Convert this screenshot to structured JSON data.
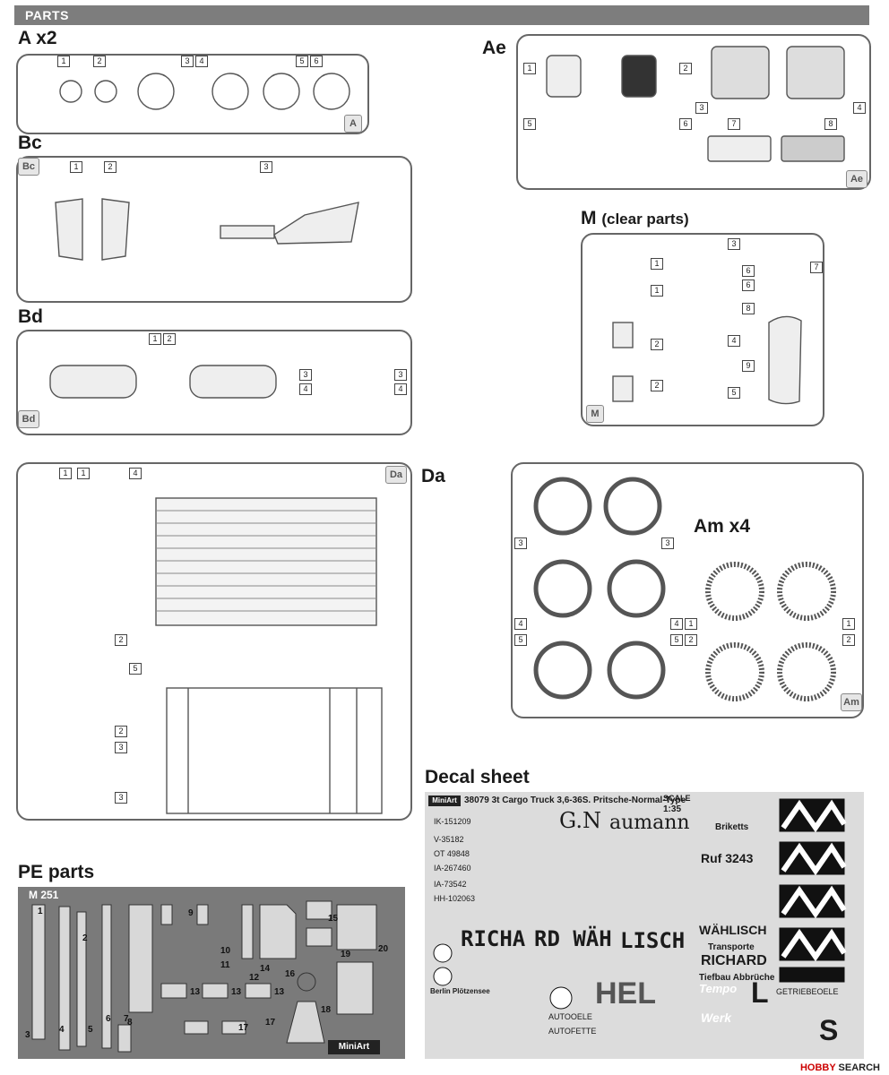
{
  "header": {
    "title": "PARTS"
  },
  "sprues": {
    "a": {
      "title": "A x2",
      "tag": "A",
      "nums": [
        "1",
        "2",
        "3",
        "4",
        "5",
        "6"
      ]
    },
    "ae": {
      "title": "Ae",
      "tag": "Ae",
      "nums": [
        "1",
        "2",
        "3",
        "4",
        "5",
        "6",
        "7",
        "8"
      ]
    },
    "bc": {
      "title": "Bc",
      "tag": "Bc",
      "nums": [
        "1",
        "2",
        "3"
      ]
    },
    "bd": {
      "title": "Bd",
      "tag": "Bd",
      "nums": [
        "1",
        "2",
        "3",
        "3",
        "4",
        "4"
      ]
    },
    "m": {
      "title": "M",
      "subtitle": "(clear parts)",
      "tag": "M",
      "nums": [
        "1",
        "1",
        "2",
        "2",
        "3",
        "4",
        "5",
        "6",
        "6",
        "7",
        "8",
        "9"
      ]
    },
    "da": {
      "title": "Da",
      "tag": "Da",
      "nums": [
        "1",
        "1",
        "2",
        "2",
        "3",
        "3",
        "4",
        "5"
      ]
    },
    "am": {
      "title": "Am x4",
      "tag": "Am",
      "nums": [
        "3",
        "3",
        "4",
        "4",
        "5",
        "5",
        "1",
        "1",
        "2",
        "2"
      ]
    }
  },
  "pe": {
    "title": "PE parts",
    "code": "M 251",
    "brand": "MiniArt",
    "nums": [
      "1",
      "2",
      "3",
      "4",
      "5",
      "6",
      "7",
      "8",
      "9",
      "10",
      "11",
      "12",
      "13",
      "13",
      "13",
      "14",
      "15",
      "16",
      "17",
      "17",
      "18",
      "19",
      "20"
    ]
  },
  "decal": {
    "title": "Decal sheet",
    "brand": "MiniArt",
    "header": "38079 3t Cargo Truck 3,6-36S. Pritsche-Normal-Type",
    "scale_label": "SCALE",
    "scale": "1:35",
    "plates": [
      "IK-151209",
      "V-35182",
      "OT 49848",
      "IA-267460",
      "IA-73542",
      "HH-102063"
    ],
    "words": [
      "G.N",
      "aumann",
      "Briketts",
      "Ruf 3243",
      "RICHA",
      "RD WÄH",
      "LISCH",
      "WÄHLISCH",
      "Transporte",
      "RICHARD",
      "Tiefbau Abbrüche",
      "HEL",
      "L",
      "S",
      "Tempo",
      "Werk",
      "AUTOOELE",
      "AUTOFETTE",
      "GETRIEBEOELE",
      "Berlin Plötzensee"
    ]
  },
  "watermark": {
    "brand": "HOBBY",
    "rest": "SEARCH"
  }
}
